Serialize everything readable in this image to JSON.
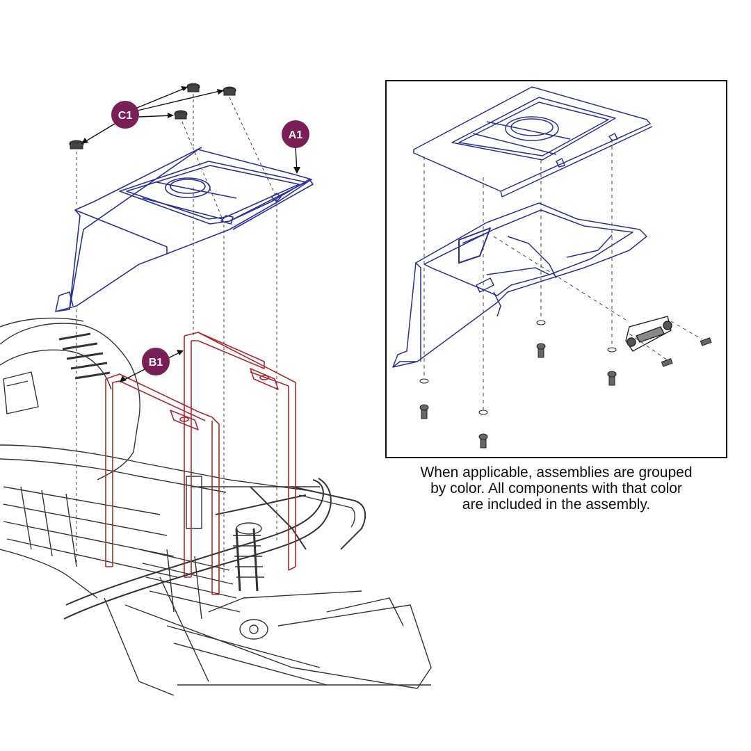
{
  "callouts": {
    "c1": "C1",
    "a1": "A1",
    "b1": "B1"
  },
  "note": {
    "line1": "When applicable, assemblies are grouped",
    "line2": "by color. All components with that color",
    "line3": "are included in the assembly."
  },
  "colors": {
    "assembly_a_blue": "#2b2f9e",
    "assembly_b_red": "#b3262b",
    "callout_fill": "#7a1e56",
    "frame_gray": "#333333"
  }
}
